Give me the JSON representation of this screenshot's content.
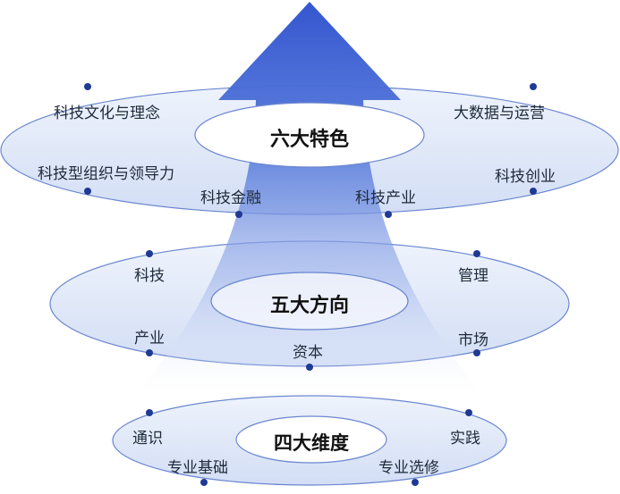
{
  "tiers": [
    {
      "title": "六大特色",
      "items": [
        "科技文化与理念",
        "大数据与运营",
        "科技型组织与领导力",
        "科技创业",
        "科技金融",
        "科技产业"
      ]
    },
    {
      "title": "五大方向",
      "items": [
        "科技",
        "管理",
        "产业",
        "市场",
        "资本"
      ]
    },
    {
      "title": "四大维度",
      "items": [
        "通识",
        "实践",
        "专业基础",
        "专业选修"
      ]
    }
  ],
  "colors": {
    "arrow_top": "#3a5fd4",
    "arrow_bottom": "#ffffff",
    "ellipse_fill": "#dfe8f8",
    "ellipse_stroke": "#5b78c8",
    "dot": "#1f3a93"
  }
}
